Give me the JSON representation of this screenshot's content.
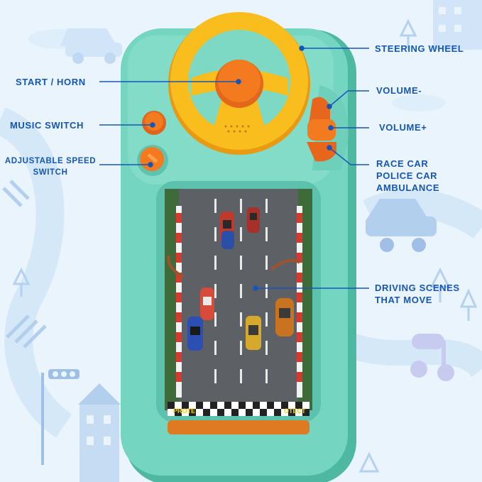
{
  "callouts": {
    "steering_wheel": "STEERING WHEEL",
    "start_horn": "START / HORN",
    "volume_down": "VOLUME-",
    "music_switch": "MUSIC SWITCH",
    "volume_up": "VOLUME+",
    "adjustable_speed": [
      "ADJUSTABLE SPEED",
      "SWITCH"
    ],
    "vehicles": [
      "RACE CAR",
      "POLICE CAR",
      "AMBULANCE"
    ],
    "driving_scenes": [
      "DRIVING SCENES",
      "THAT MOVE"
    ]
  },
  "track_banner": {
    "left": "PROTE",
    "right": "OTECT"
  },
  "colors": {
    "background": "#eaf4fd",
    "toy_body": "#6fd3bd",
    "wheel": "#f7b81c",
    "button_orange": "#f47a1f",
    "callout_text": "#1456b8"
  }
}
